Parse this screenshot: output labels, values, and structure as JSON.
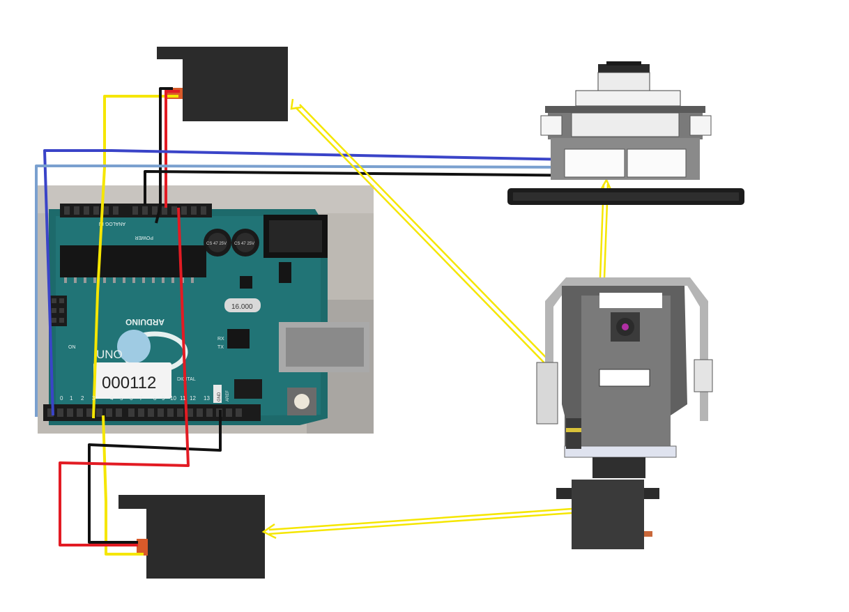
{
  "board": {
    "sticker_id": "000112",
    "logo_text": "ARDUINO",
    "uno_text": "UNO",
    "crystal_text": "16.000",
    "cap_text_1": "CS 47 25V",
    "cap_text_2": "CS 47 25V",
    "header_analog_label": "ANALOG IN",
    "header_power_label": "POWER",
    "header_digital_label": "DIGITAL",
    "on_label": "ON",
    "tx_label": "TX",
    "rx_label": "RX",
    "gnd_label": "GND",
    "aref_label": "AREF",
    "pin_labels": [
      "13",
      "12",
      "11",
      "10",
      "9",
      "8",
      "7",
      "6",
      "5",
      "4",
      "3",
      "2",
      "1",
      "0"
    ]
  },
  "colors": {
    "signal": "#f5e600",
    "power": "#e21b23",
    "ground": "#111111",
    "blue": "#3a44c8",
    "light_blue": "#7aa0cf",
    "servo_body": "#2b2b2b",
    "board_green": "#1f6f6f",
    "bench": "#b9b6b1"
  }
}
